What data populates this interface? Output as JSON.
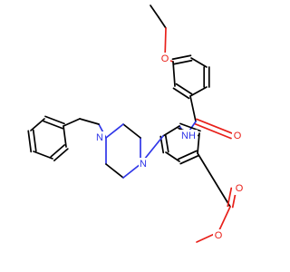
{
  "molecule": {
    "atoms": {
      "nh": {
        "text": "NH",
        "element": "N"
      },
      "n_amide_o": {
        "text": "O",
        "element": "O"
      },
      "ethoxy_o": {
        "text": "O",
        "element": "O"
      },
      "piperazine_n_top": {
        "text": "N",
        "element": "N"
      },
      "piperazine_n_bottom": {
        "text": "N",
        "element": "N"
      },
      "ester_carbonyl_o": {
        "text": "O",
        "element": "O"
      },
      "ester_ether_o": {
        "text": "O",
        "element": "O"
      }
    },
    "colors": {
      "carbon_bond": "#000000",
      "nitrogen": "#2f36e8",
      "oxygen": "#e8201a",
      "background": "#ffffff"
    }
  }
}
